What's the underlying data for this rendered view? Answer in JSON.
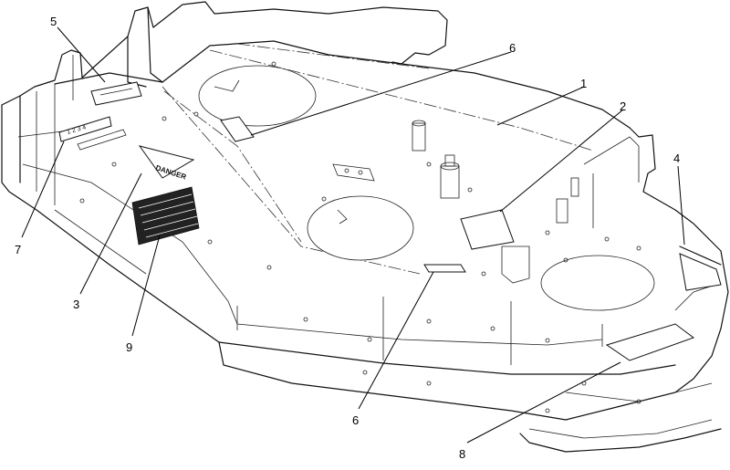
{
  "callouts": [
    {
      "id": "c1",
      "label": "1",
      "part": "deck"
    },
    {
      "id": "c2",
      "label": "2",
      "part": "decal-plate"
    },
    {
      "id": "c3",
      "label": "3",
      "part": "danger-decal"
    },
    {
      "id": "c4",
      "label": "4",
      "part": "side-decal"
    },
    {
      "id": "c5",
      "label": "5",
      "part": "top-decal"
    },
    {
      "id": "c6a",
      "label": "6",
      "part": "small-decal"
    },
    {
      "id": "c6b",
      "label": "6",
      "part": "small-decal"
    },
    {
      "id": "c7",
      "label": "7",
      "part": "height-decal"
    },
    {
      "id": "c8",
      "label": "8",
      "part": "front-decal"
    },
    {
      "id": "c9",
      "label": "9",
      "part": "warning-decal"
    }
  ],
  "decal_text": {
    "danger": "DANGER"
  }
}
